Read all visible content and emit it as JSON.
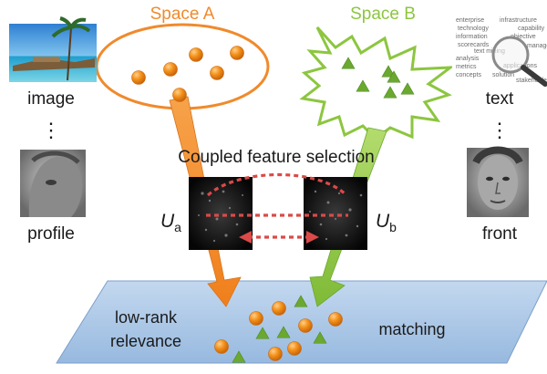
{
  "labels": {
    "space_a": "Space A",
    "space_b": "Space B",
    "coupled": "Coupled feature selection",
    "ua_main": "U",
    "ua_sub": "a",
    "ub_main": "U",
    "ub_sub": "b",
    "image": "image",
    "profile": "profile",
    "text": "text",
    "front": "front",
    "dots_left": "⋮",
    "dots_right": "⋮",
    "low_rank_1": "low-rank",
    "low_rank_2": "relevance",
    "matching": "matching"
  },
  "word_cloud": [
    "enterprise",
    "infrastructure",
    "technology",
    "information",
    "objective",
    "scorecards",
    "text mining",
    "analysis",
    "metrics",
    "applications",
    "concepts",
    "solution",
    "stakeholder",
    "capability",
    "management"
  ],
  "colors": {
    "space_a": "#f08a2c",
    "space_b": "#8cc63f",
    "orange_dot": "#f39019",
    "green_tri": "#6aa830",
    "plane": "#aac6e6",
    "plane_edge": "#7d9fc9",
    "dashed": "#d94a48"
  },
  "icons": {
    "image_thumb": "beach-photo-icon",
    "text_thumb": "word-cloud-magnifier-icon",
    "profile_face": "profile-face-photo",
    "front_face": "front-face-photo"
  }
}
